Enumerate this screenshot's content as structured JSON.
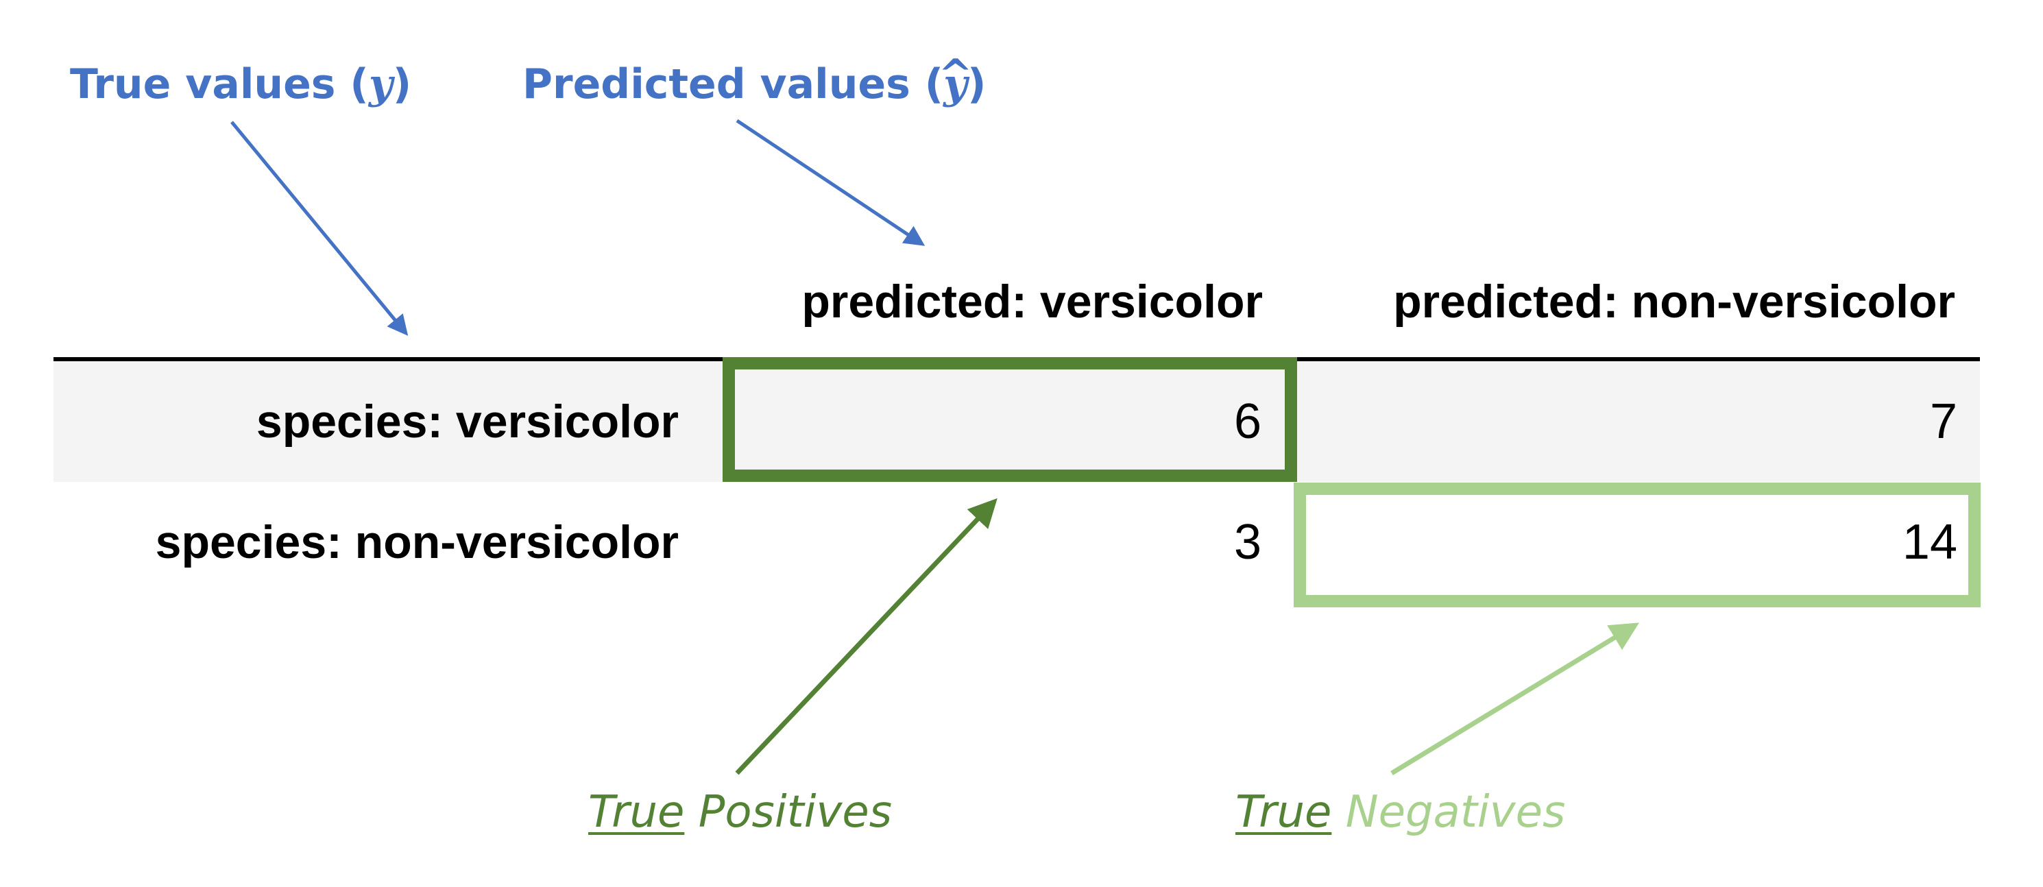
{
  "annotations": {
    "true_values": {
      "text": "True values (",
      "symbol": "y",
      "close": ")"
    },
    "predicted_values": {
      "text": "Predicted values (",
      "symbol": "y",
      "hat": "^",
      "close": ")"
    }
  },
  "table": {
    "columns": [
      "predicted: versicolor",
      "predicted: non-versicolor"
    ],
    "rows": [
      {
        "label": "species: versicolor",
        "values": [
          "6",
          "7"
        ]
      },
      {
        "label": "species: non-versicolor",
        "values": [
          "3",
          "14"
        ]
      }
    ]
  },
  "captions": {
    "true_positives": {
      "underlined": "True",
      "rest": "Positives"
    },
    "true_negatives": {
      "underlined": "True",
      "rest": "Negatives"
    }
  },
  "colors": {
    "annotation_blue": "#4472C4",
    "dark_green": "#548235",
    "light_green": "#A9D18E",
    "row_shade": "#F4F4F4"
  }
}
